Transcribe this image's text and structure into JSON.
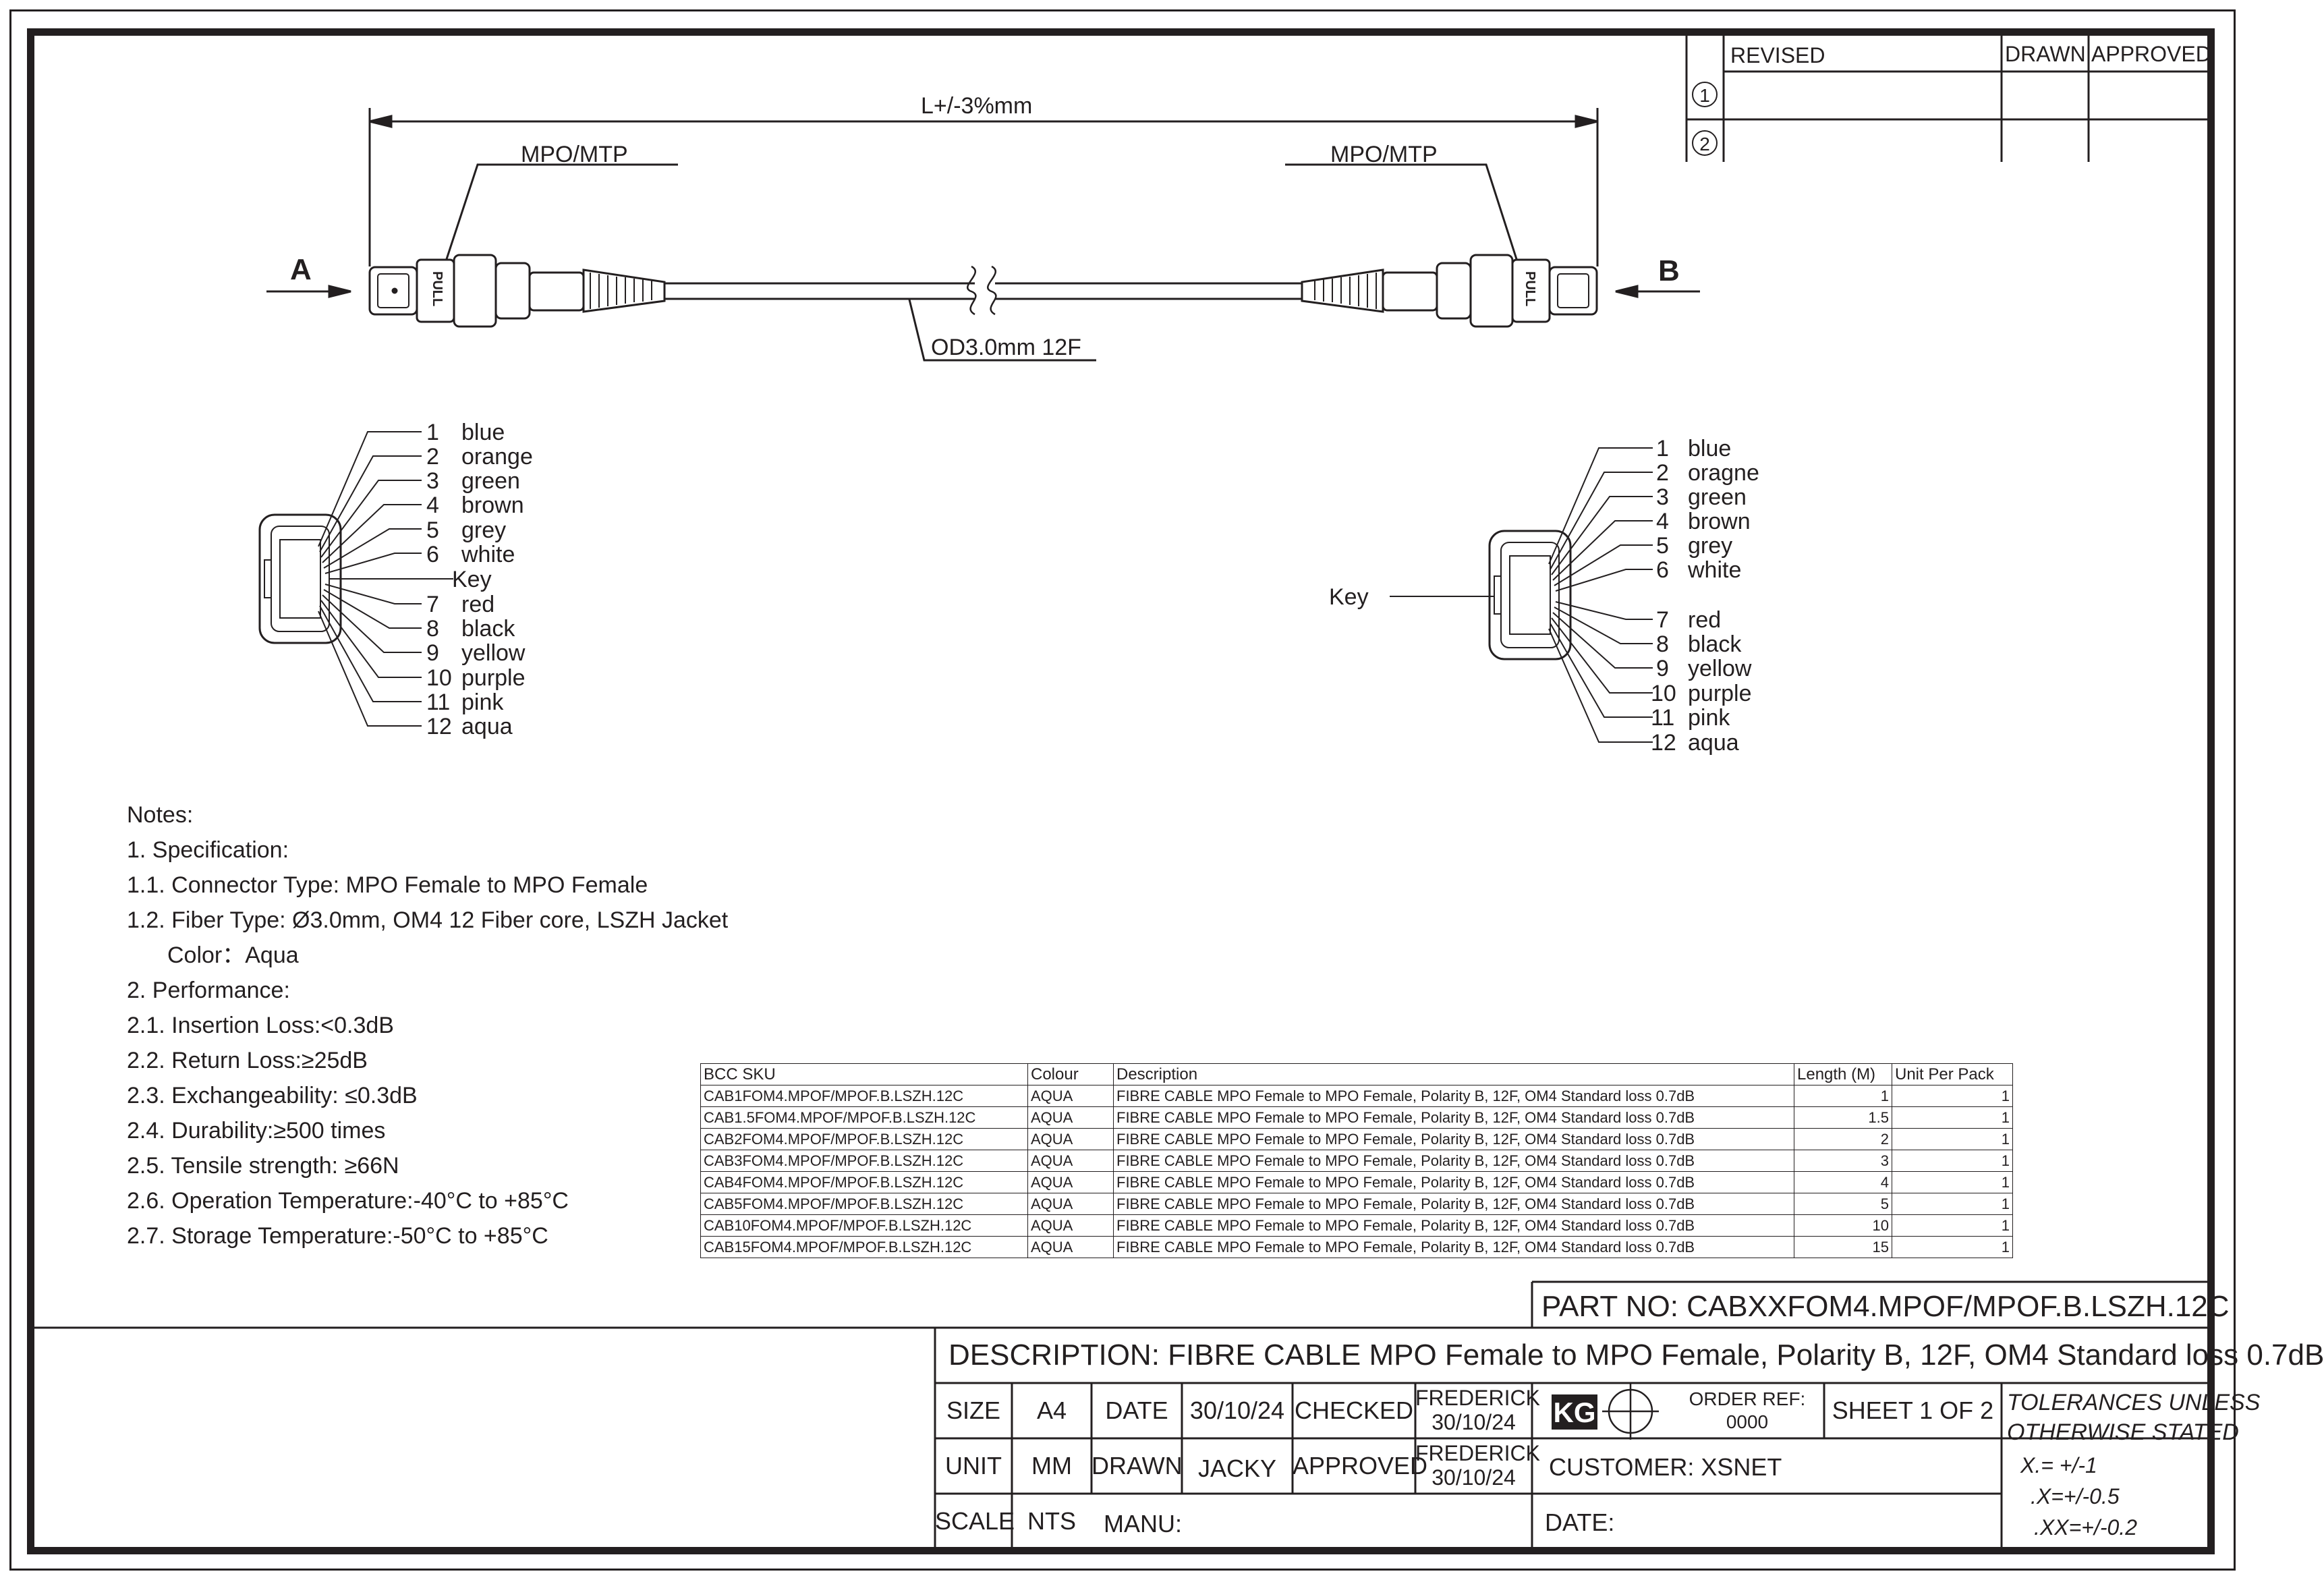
{
  "header": {
    "length_label": "L+/-3%mm",
    "connector_left": "MPO/MTP",
    "connector_right": "MPO/MTP",
    "end_a": "A",
    "end_b": "B",
    "cable_label": "OD3.0mm 12F",
    "pull_label": "PULL"
  },
  "revision_table": {
    "headers": [
      "REVISED",
      "DRAWN",
      "APPROVED"
    ],
    "rows": [
      "1",
      "2"
    ]
  },
  "fiber_left": {
    "key_label": "Key",
    "fibers": [
      {
        "num": "1",
        "color": "blue"
      },
      {
        "num": "2",
        "color": "orange"
      },
      {
        "num": "3",
        "color": "green"
      },
      {
        "num": "4",
        "color": "brown"
      },
      {
        "num": "5",
        "color": "grey"
      },
      {
        "num": "6",
        "color": "white"
      },
      {
        "num": "7",
        "color": "red"
      },
      {
        "num": "8",
        "color": "black"
      },
      {
        "num": "9",
        "color": "yellow"
      },
      {
        "num": "10",
        "color": "purple"
      },
      {
        "num": "11",
        "color": "pink"
      },
      {
        "num": "12",
        "color": "aqua"
      }
    ]
  },
  "fiber_right": {
    "key_label": "Key",
    "fibers": [
      {
        "num": "1",
        "color": "blue"
      },
      {
        "num": "2",
        "color": "oragne"
      },
      {
        "num": "3",
        "color": "green"
      },
      {
        "num": "4",
        "color": "brown"
      },
      {
        "num": "5",
        "color": "grey"
      },
      {
        "num": "6",
        "color": "white"
      },
      {
        "num": "7",
        "color": "red"
      },
      {
        "num": "8",
        "color": "black"
      },
      {
        "num": "9",
        "color": "yellow"
      },
      {
        "num": "10",
        "color": "purple"
      },
      {
        "num": "11",
        "color": "pink"
      },
      {
        "num": "12",
        "color": "aqua"
      }
    ]
  },
  "notes": [
    "Notes:",
    "1. Specification:",
    "1.1. Connector Type: MPO Female to MPO Female",
    "1.2. Fiber Type: Ø3.0mm, OM4 12 Fiber core, LSZH Jacket",
    "Color：Aqua",
    "2. Performance:",
    "2.1. Insertion Loss:<0.3dB",
    "2.2. Return Loss:≥25dB",
    "2.3. Exchangeability: ≤0.3dB",
    "2.4. Durability:≥500 times",
    "2.5. Tensile strength: ≥66N",
    "2.6. Operation Temperature:-40°C to +85°C",
    "2.7. Storage Temperature:-50°C to +85°C"
  ],
  "sku_table": {
    "headers": [
      "BCC SKU",
      "Colour",
      "Description",
      "Length (M)",
      "Unit Per Pack"
    ],
    "rows": [
      [
        "CAB1FOM4.MPOF/MPOF.B.LSZH.12C",
        "AQUA",
        "FIBRE CABLE MPO Female to MPO Female, Polarity B, 12F, OM4 Standard loss 0.7dB",
        "1",
        "1"
      ],
      [
        "CAB1.5FOM4.MPOF/MPOF.B.LSZH.12C",
        "AQUA",
        "FIBRE CABLE MPO Female to MPO Female, Polarity B, 12F, OM4 Standard loss 0.7dB",
        "1.5",
        "1"
      ],
      [
        "CAB2FOM4.MPOF/MPOF.B.LSZH.12C",
        "AQUA",
        "FIBRE CABLE MPO Female to MPO Female, Polarity B, 12F, OM4 Standard loss 0.7dB",
        "2",
        "1"
      ],
      [
        "CAB3FOM4.MPOF/MPOF.B.LSZH.12C",
        "AQUA",
        "FIBRE CABLE MPO Female to MPO Female, Polarity B, 12F, OM4 Standard loss 0.7dB",
        "3",
        "1"
      ],
      [
        "CAB4FOM4.MPOF/MPOF.B.LSZH.12C",
        "AQUA",
        "FIBRE CABLE MPO Female to MPO Female, Polarity B, 12F, OM4 Standard loss 0.7dB",
        "4",
        "1"
      ],
      [
        "CAB5FOM4.MPOF/MPOF.B.LSZH.12C",
        "AQUA",
        "FIBRE CABLE MPO Female to MPO Female, Polarity B, 12F, OM4 Standard loss 0.7dB",
        "5",
        "1"
      ],
      [
        "CAB10FOM4.MPOF/MPOF.B.LSZH.12C",
        "AQUA",
        "FIBRE CABLE MPO Female to MPO Female, Polarity B, 12F, OM4 Standard loss 0.7dB",
        "10",
        "1"
      ],
      [
        "CAB15FOM4.MPOF/MPOF.B.LSZH.12C",
        "AQUA",
        "FIBRE CABLE MPO Female to MPO Female, Polarity B, 12F, OM4 Standard loss 0.7dB",
        "15",
        "1"
      ]
    ]
  },
  "title_block": {
    "part_no": "PART NO: CABXXFOM4.MPOF/MPOF.B.LSZH.12C",
    "description": "DESCRIPTION: FIBRE CABLE MPO Female to MPO Female, Polarity B, 12F, OM4 Standard loss 0.7dB",
    "size_label": "SIZE",
    "size_value": "A4",
    "date_label": "DATE",
    "date_value": "30/10/24",
    "checked_label": "CHECKED",
    "checked_name": "FREDERICK",
    "checked_date": "30/10/24",
    "unit_label": "UNIT",
    "unit_value": "MM",
    "drawn_label": "DRAWN",
    "drawn_value": "JACKY",
    "approved_label": "APPROVED",
    "approved_name": "FREDERICK",
    "approved_date": "30/10/24",
    "scale_label": "SCALE",
    "scale_value": "NTS",
    "manu_label": "MANU:",
    "logo_text": "KG",
    "order_ref_label": "ORDER REF:",
    "order_ref_value": "0000",
    "sheet": "SHEET 1 OF 2",
    "customer": "CUSTOMER: XSNET",
    "date_field": "DATE:",
    "tolerance_title_1": "TOLERANCES UNLESS",
    "tolerance_title_2": "OTHERWISE STATED",
    "tol_1": "X.= +/-1",
    "tol_2": ".X=+/-0.5",
    "tol_3": ".XX=+/-0.2"
  }
}
